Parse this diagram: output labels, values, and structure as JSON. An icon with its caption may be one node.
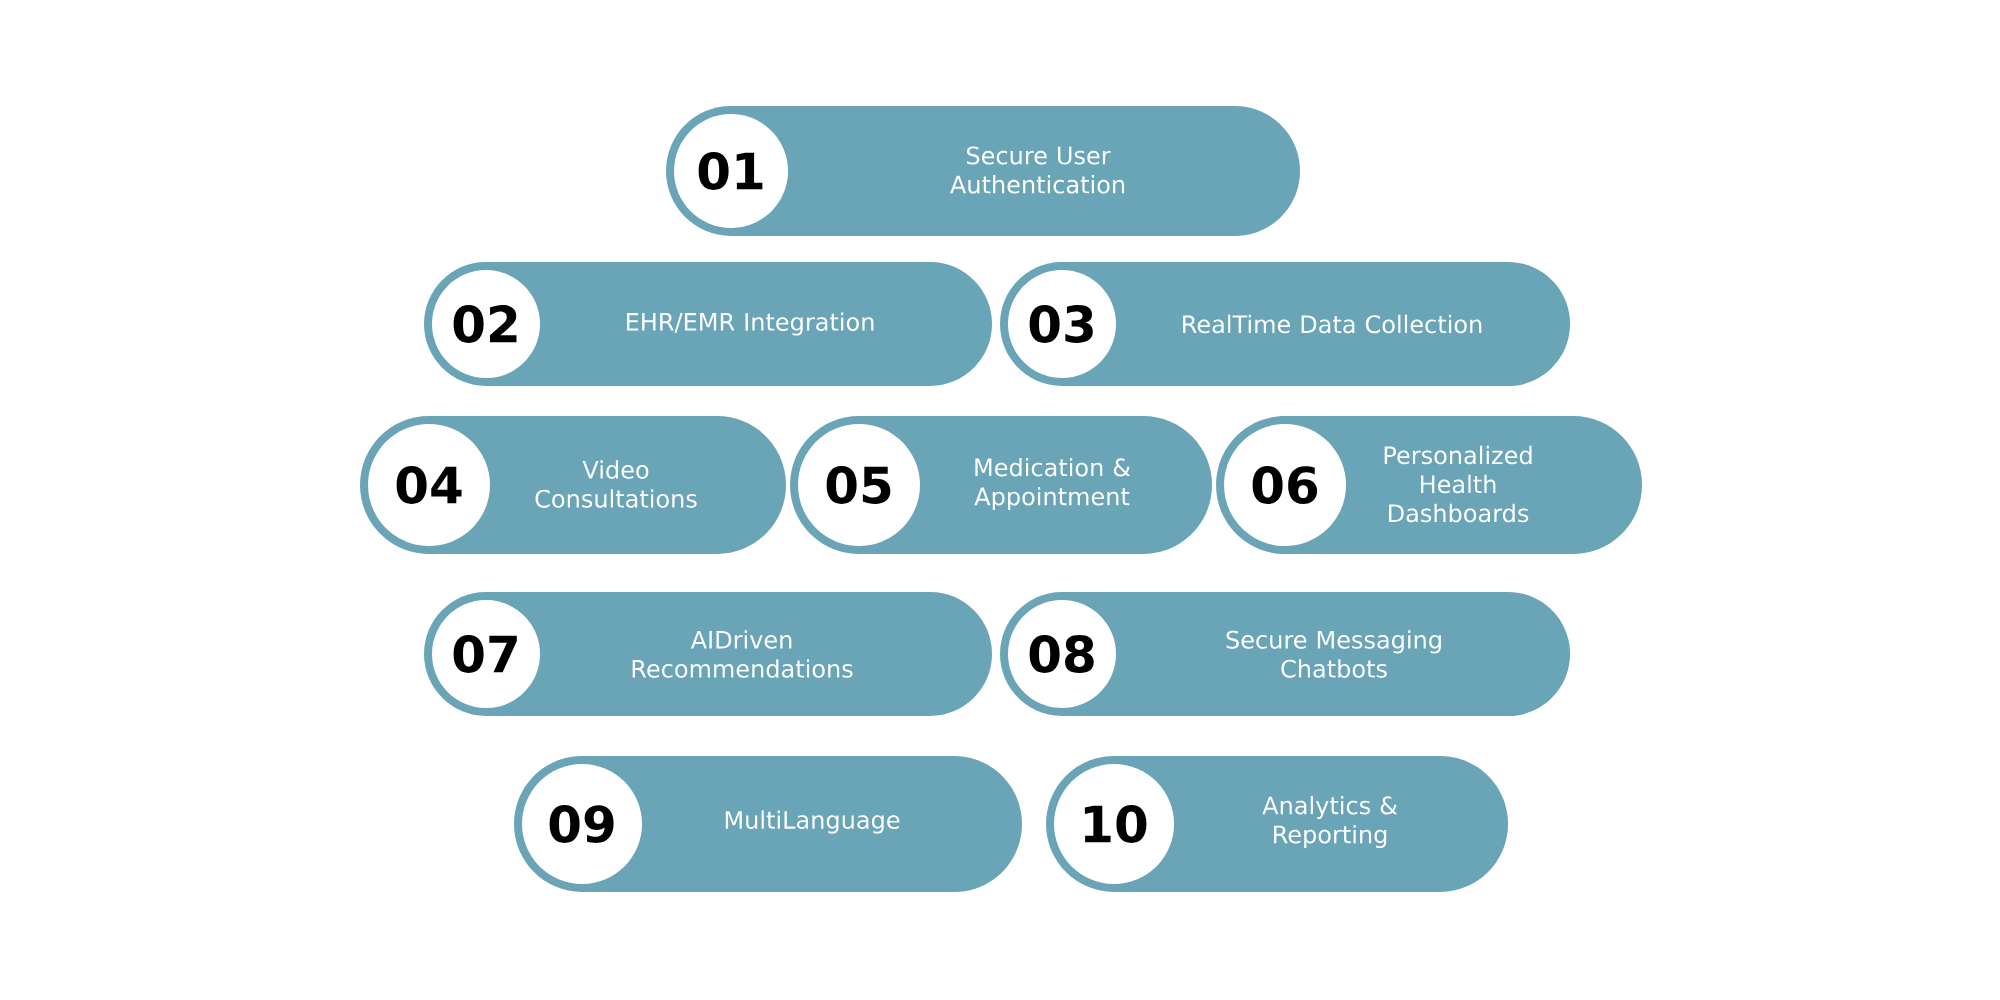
{
  "diagram": {
    "nodes": [
      {
        "text": [
          "Secure User Authentication"
        ]
      },
      {
        "text": [
          "01"
        ],
        "in": 0
      },
      {
        "text": [
          "EHR/EMR Integration"
        ]
      },
      {
        "text": [
          "02"
        ],
        "in": 2
      },
      {
        "text": [
          "RealTime Data Collection"
        ]
      },
      {
        "text": [
          "03"
        ],
        "in": 4
      },
      {
        "text": [
          "Video Consultations"
        ]
      },
      {
        "text": [
          "04"
        ],
        "in": 6
      },
      {
        "text": [
          "Medication & Appointment"
        ]
      },
      {
        "text": [
          "05"
        ],
        "in": 8
      },
      {
        "text": [
          "Personalized Health Dashboards"
        ]
      },
      {
        "text": [
          "06"
        ],
        "in": 10
      },
      {
        "text": [
          "AIDriven Recommendations"
        ]
      },
      {
        "text": [
          "07"
        ],
        "in": 12
      },
      {
        "text": [
          "Secure Messaging Chatbots"
        ]
      },
      {
        "text": [
          "08"
        ],
        "in": 14
      },
      {
        "text": [
          "MultiLanguage"
        ]
      },
      {
        "text": [
          "09"
        ],
        "in": 16
      },
      {
        "text": [
          "Analytics & Reporting"
        ]
      },
      {
        "text": [
          "10"
        ],
        "in": 18
      }
    ]
  }
}
